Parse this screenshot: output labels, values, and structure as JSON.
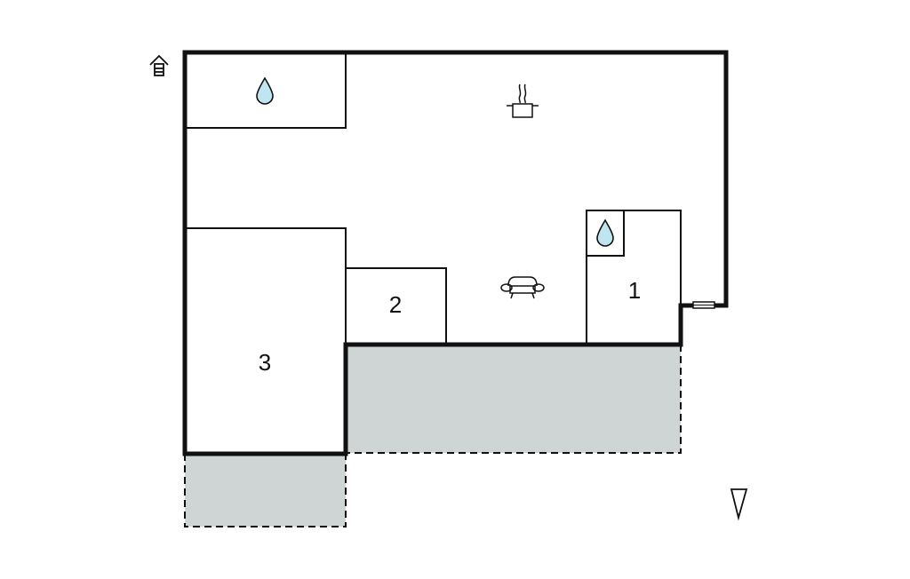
{
  "floorplan": {
    "rooms": [
      {
        "id": "room-1",
        "label": "1"
      },
      {
        "id": "room-2",
        "label": "2"
      },
      {
        "id": "room-3",
        "label": "3"
      }
    ],
    "icons": [
      "entrance-icon",
      "water-drop-icon",
      "kitchen-pot-icon",
      "sofa-icon",
      "water-drop-icon",
      "window-icon",
      "north-arrow-icon"
    ],
    "colors": {
      "wall": "#111111",
      "terrace_fill": "#cfd4d4",
      "water_drop": "#bfe6f0"
    }
  }
}
